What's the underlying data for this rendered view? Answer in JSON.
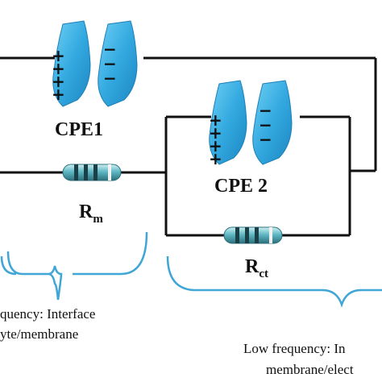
{
  "colors": {
    "wire": "#111111",
    "plate": "#33a9e0",
    "plate_shadow": "#1e7fb8",
    "brace": "#3fa6d6",
    "resistor_body": "#2f7f8f",
    "resistor_light": "#8fd4dc"
  },
  "components": {
    "cpe1": {
      "label": "CPE1",
      "plus": "+",
      "minus": "−"
    },
    "cpe2": {
      "label": "CPE 2",
      "plus": "+",
      "minus": "−"
    },
    "rm": {
      "main": "R",
      "sub": "m"
    },
    "rct": {
      "main": "R",
      "sub": "ct"
    }
  },
  "annotations": {
    "left": {
      "line1": "quency: Interface",
      "line2": "yte/membrane"
    },
    "right": {
      "line1": "Low frequency: In",
      "line2": "membrane/elect"
    }
  }
}
